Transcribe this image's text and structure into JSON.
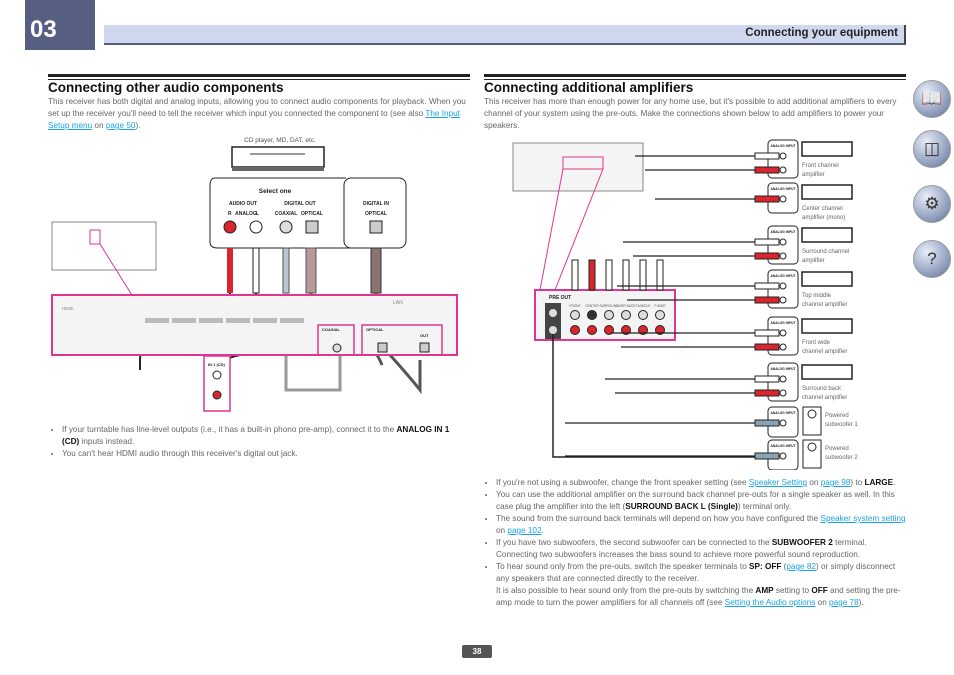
{
  "chapter": "03",
  "header_title": "Connecting your equipment",
  "left": {
    "title": "Connecting other audio components",
    "intro_1": "This receiver has both digital and analog inputs, allowing you to connect audio components for playback. When you set up the receiver you'll need to tell the receiver which input you connected the component to (see also ",
    "intro_link1": "The Input Setup menu",
    "intro_on": " on ",
    "intro_link2": "page 50",
    "intro_end": ").",
    "diagram": {
      "device_label": "CD player, MD, DAT, etc.",
      "select_one": "Select one",
      "audio_out": "AUDIO OUT",
      "r": "R",
      "analog": "ANALOG",
      "l": "L",
      "digital_out": "DIGITAL OUT",
      "coaxial": "COAXIAL",
      "optical": "OPTICAL",
      "digital_in": "DIGITAL IN",
      "optical_in": "OPTICAL",
      "hdmi": "HDMI",
      "coaxial_rx": "COAXIAL",
      "optical_rx": "OPTICAL",
      "out": "OUT",
      "in_cd": "IN 1 (CD)",
      "lan": "LAN"
    },
    "bullets": [
      {
        "text": "If your turntable has line-level outputs (i.e., it has a built-in phono pre-amp), connect it to the ",
        "bold": "ANALOG IN 1 (CD)",
        "after": " inputs instead."
      },
      {
        "text": "You can't hear HDMI audio through this receiver's digital out jack."
      }
    ]
  },
  "right": {
    "title": "Connecting additional amplifiers",
    "intro": "This receiver has more than enough power for any home use, but it's possible to add additional amplifiers to every channel of your system using the pre-outs. Make the connections shown below to add amplifiers to power your speakers.",
    "diagram": {
      "pre_out": "PRE OUT",
      "channels": [
        "FRONT",
        "CENTER",
        "SURROUND",
        "SURR BACK",
        "T.MIDDLE",
        "F.WIDE"
      ],
      "l": "L",
      "r": "R",
      "analog_input": "ANALOG INPUT",
      "amps": [
        {
          "label": "Front channel amplifier",
          "type": "stereo"
        },
        {
          "label": "Center channel amplifier (mono)",
          "type": "mono"
        },
        {
          "label": "Surround channel amplifier",
          "type": "stereo"
        },
        {
          "label": "Top middle channel amplifier",
          "type": "stereo"
        },
        {
          "label": "Front wide channel amplifier",
          "type": "stereo"
        },
        {
          "label": "Surround back channel amplifier",
          "type": "stereo"
        },
        {
          "label": "Powered subwoofer 1",
          "type": "sub"
        },
        {
          "label": "Powered subwoofer 2",
          "type": "sub"
        }
      ]
    },
    "bullets": [
      {
        "a": "If you're not using a subwoofer, change the front speaker setting (see ",
        "link1": "Speaker Setting",
        "b": " on ",
        "link2": "page 98",
        "c": ") to ",
        "bold": "LARGE",
        "d": "."
      },
      {
        "a": "You can use the additional amplifier on the surround back channel pre-outs for a single speaker as well. In this case plug the amplifier into the left (",
        "bold": "SURROUND BACK L (Single)",
        "b": ") terminal only."
      },
      {
        "a": "The sound from the surround back terminals will depend on how you have configured the ",
        "link1": "Speaker system setting",
        "b": " on ",
        "link2": "page 102",
        "c": "."
      },
      {
        "a": "If you have two subwoofers, the second subwoofer can be connected to the ",
        "bold": "SUBWOOFER 2",
        "b": " terminal. Connecting two subwoofers increases the bass sound to achieve more powerful sound reproduction."
      },
      {
        "a": "To hear sound only from the pre-outs, switch the speaker terminals to ",
        "bold": "SP: OFF",
        "b": " (",
        "link1": "page 82",
        "c": ") or simply disconnect any speakers that are connected directly to the receiver.",
        "p2a": "It is also possible to hear sound only from the pre-outs by switching the ",
        "bold2": "AMP",
        "p2b": " setting to ",
        "bold3": "OFF",
        "p2c": " and setting the pre-amp mode to turn the power amplifiers for all channels off (see ",
        "link2": "Setting the Audio options",
        "p2d": " on ",
        "link3": "page 78",
        "p2e": ")."
      }
    ]
  },
  "side_icons": [
    "book-icon",
    "receiver-icon",
    "settings-icon",
    "help-icon"
  ],
  "page_number": "38",
  "colors": {
    "accent": "#e0368f",
    "chapter": "#565e82",
    "header": "#d0d8ef",
    "link": "#1aa3e8",
    "red_plug": "#d9262e"
  }
}
